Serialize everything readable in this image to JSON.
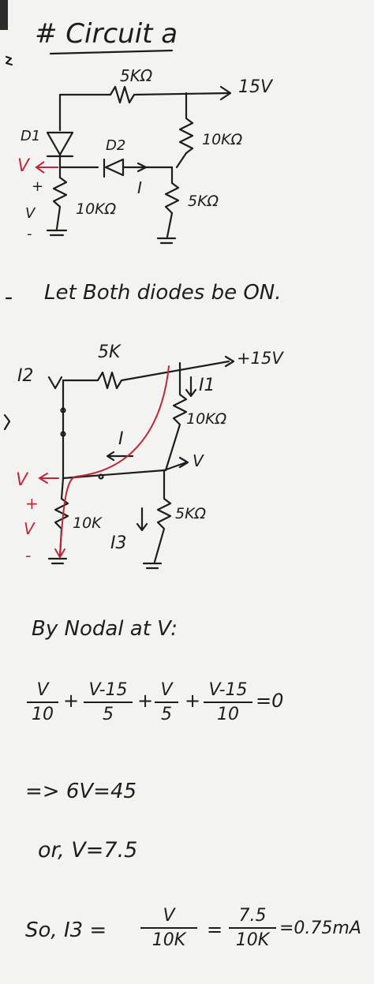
{
  "title": "# Circuit a",
  "circuit1": {
    "r_top": "5KΩ",
    "supply": "15V",
    "d1": "D1",
    "d2": "D2",
    "r_right": "10KΩ",
    "r_right_low": "5KΩ",
    "r_left": "10KΩ",
    "v_label": "V",
    "plus": "+",
    "minus": "-",
    "v_mid": "V",
    "current": "I"
  },
  "assumption": "Let Both diodes be ON.",
  "circuit2": {
    "r_top": "5K",
    "supply": "+15V",
    "i2": "I2",
    "i1": "I1",
    "r_right": "10KΩ",
    "current": "I",
    "v_node": "V",
    "r_low": "5KΩ",
    "i3": "I3",
    "r_left": "10K",
    "v_red": "V",
    "plus": "+",
    "v_red2": "V",
    "minus": "-"
  },
  "nodal_heading": "By Nodal at V:",
  "equation": {
    "t1_num": "V",
    "t1_den": "10",
    "t2_num": "V-15",
    "t2_den": "5",
    "t3_num": "V",
    "t3_den": "5",
    "t4_num": "V-15",
    "t4_den": "10",
    "plus": "+",
    "rhs": "=0"
  },
  "step1": "=> 6V=45",
  "step2": "or, V=7.5",
  "final": {
    "prefix": "So, I3 =",
    "f1_num": "V",
    "f1_den": "10K",
    "f2_num": "7.5",
    "f2_den": "10K",
    "eq": "=",
    "result": "=0.75mA"
  },
  "colors": {
    "ink": "#1d1d1d",
    "red_ink": "#c0263a",
    "paper": "#f3f3f1"
  }
}
